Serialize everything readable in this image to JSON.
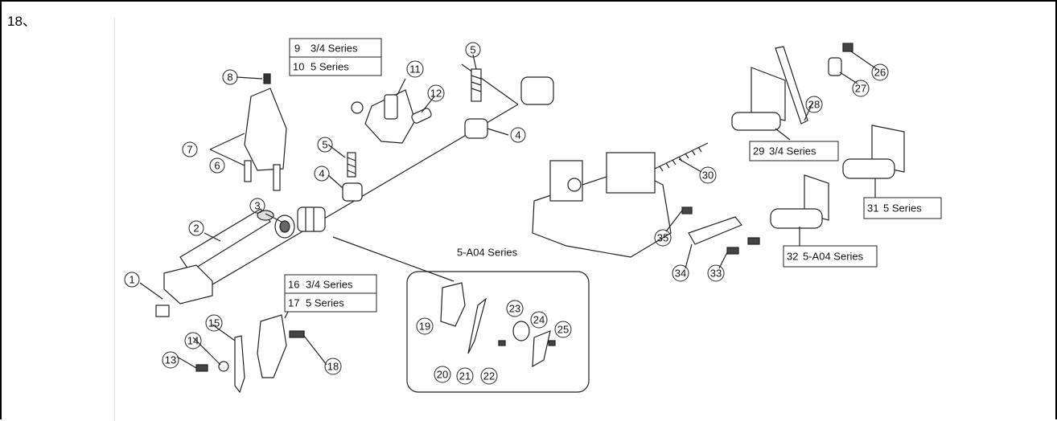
{
  "row_label": "18、",
  "inset_caption": "5-A04 Series",
  "callouts": [
    {
      "n": "1"
    },
    {
      "n": "2"
    },
    {
      "n": "3"
    },
    {
      "n": "4"
    },
    {
      "n": "4"
    },
    {
      "n": "5"
    },
    {
      "n": "5"
    },
    {
      "n": "6"
    },
    {
      "n": "7"
    },
    {
      "n": "8"
    },
    {
      "n": "11"
    },
    {
      "n": "12"
    },
    {
      "n": "13"
    },
    {
      "n": "14"
    },
    {
      "n": "15"
    },
    {
      "n": "18"
    },
    {
      "n": "19"
    },
    {
      "n": "20"
    },
    {
      "n": "21"
    },
    {
      "n": "22"
    },
    {
      "n": "23"
    },
    {
      "n": "24"
    },
    {
      "n": "25"
    },
    {
      "n": "26"
    },
    {
      "n": "27"
    },
    {
      "n": "28"
    },
    {
      "n": "30"
    },
    {
      "n": "33"
    },
    {
      "n": "34"
    },
    {
      "n": "35"
    }
  ],
  "series_labels": [
    {
      "n": "9",
      "text": "3/4 Series"
    },
    {
      "n": "10",
      "text": "5 Series"
    },
    {
      "n": "16",
      "text": "3/4 Series"
    },
    {
      "n": "17",
      "text": "5 Series"
    },
    {
      "n": "29",
      "text": "3/4 Series"
    },
    {
      "n": "31",
      "text": "5 Series"
    },
    {
      "n": "32",
      "text": "5-A04 Series"
    }
  ]
}
